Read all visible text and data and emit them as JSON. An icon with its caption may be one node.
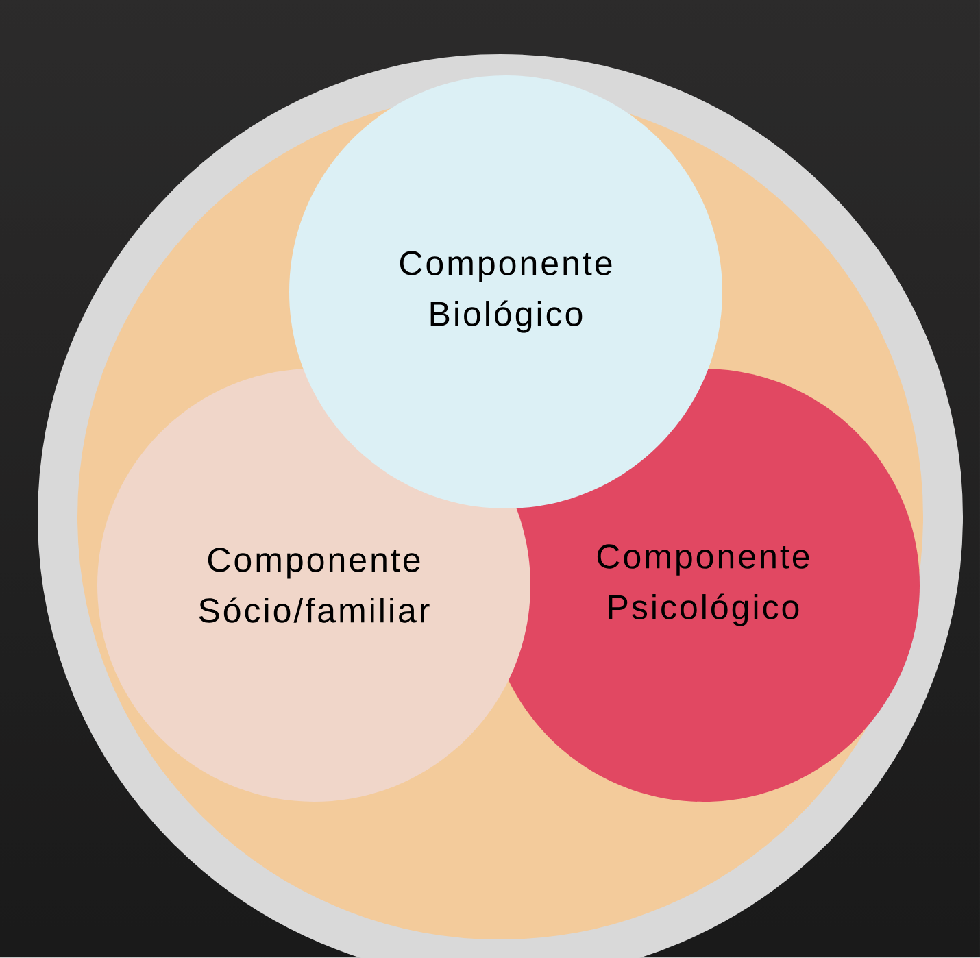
{
  "diagram": {
    "nodes": [
      {
        "text": [],
        "shape": "circle"
      },
      {
        "text": [
          "Componente Biológico"
        ],
        "in": 0
      },
      {
        "text": [
          "Componente Sócio/familiar"
        ],
        "in": 0
      },
      {
        "text": [
          "Componente Psicológico"
        ],
        "in": 0
      }
    ],
    "edges": []
  }
}
